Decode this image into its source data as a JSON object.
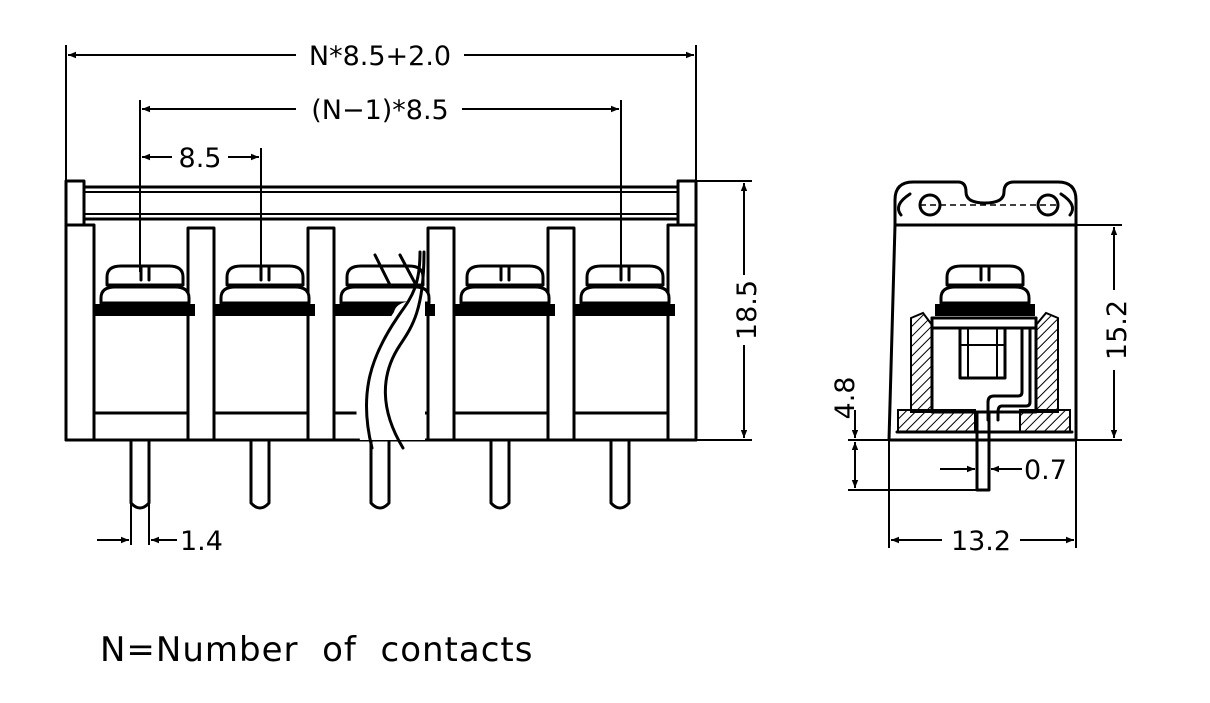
{
  "dimensions": {
    "overall_length": "N*8.5+2.0",
    "pitch_span": "(N−1)*8.5",
    "pitch": "8.5",
    "overall_height": "18.5",
    "pin_diameter": "1.4",
    "body_height": "15.2",
    "pin_length": "4.8",
    "pin_thickness": "0.7",
    "side_width": "13.2"
  },
  "note": "N=Number  of  contacts"
}
